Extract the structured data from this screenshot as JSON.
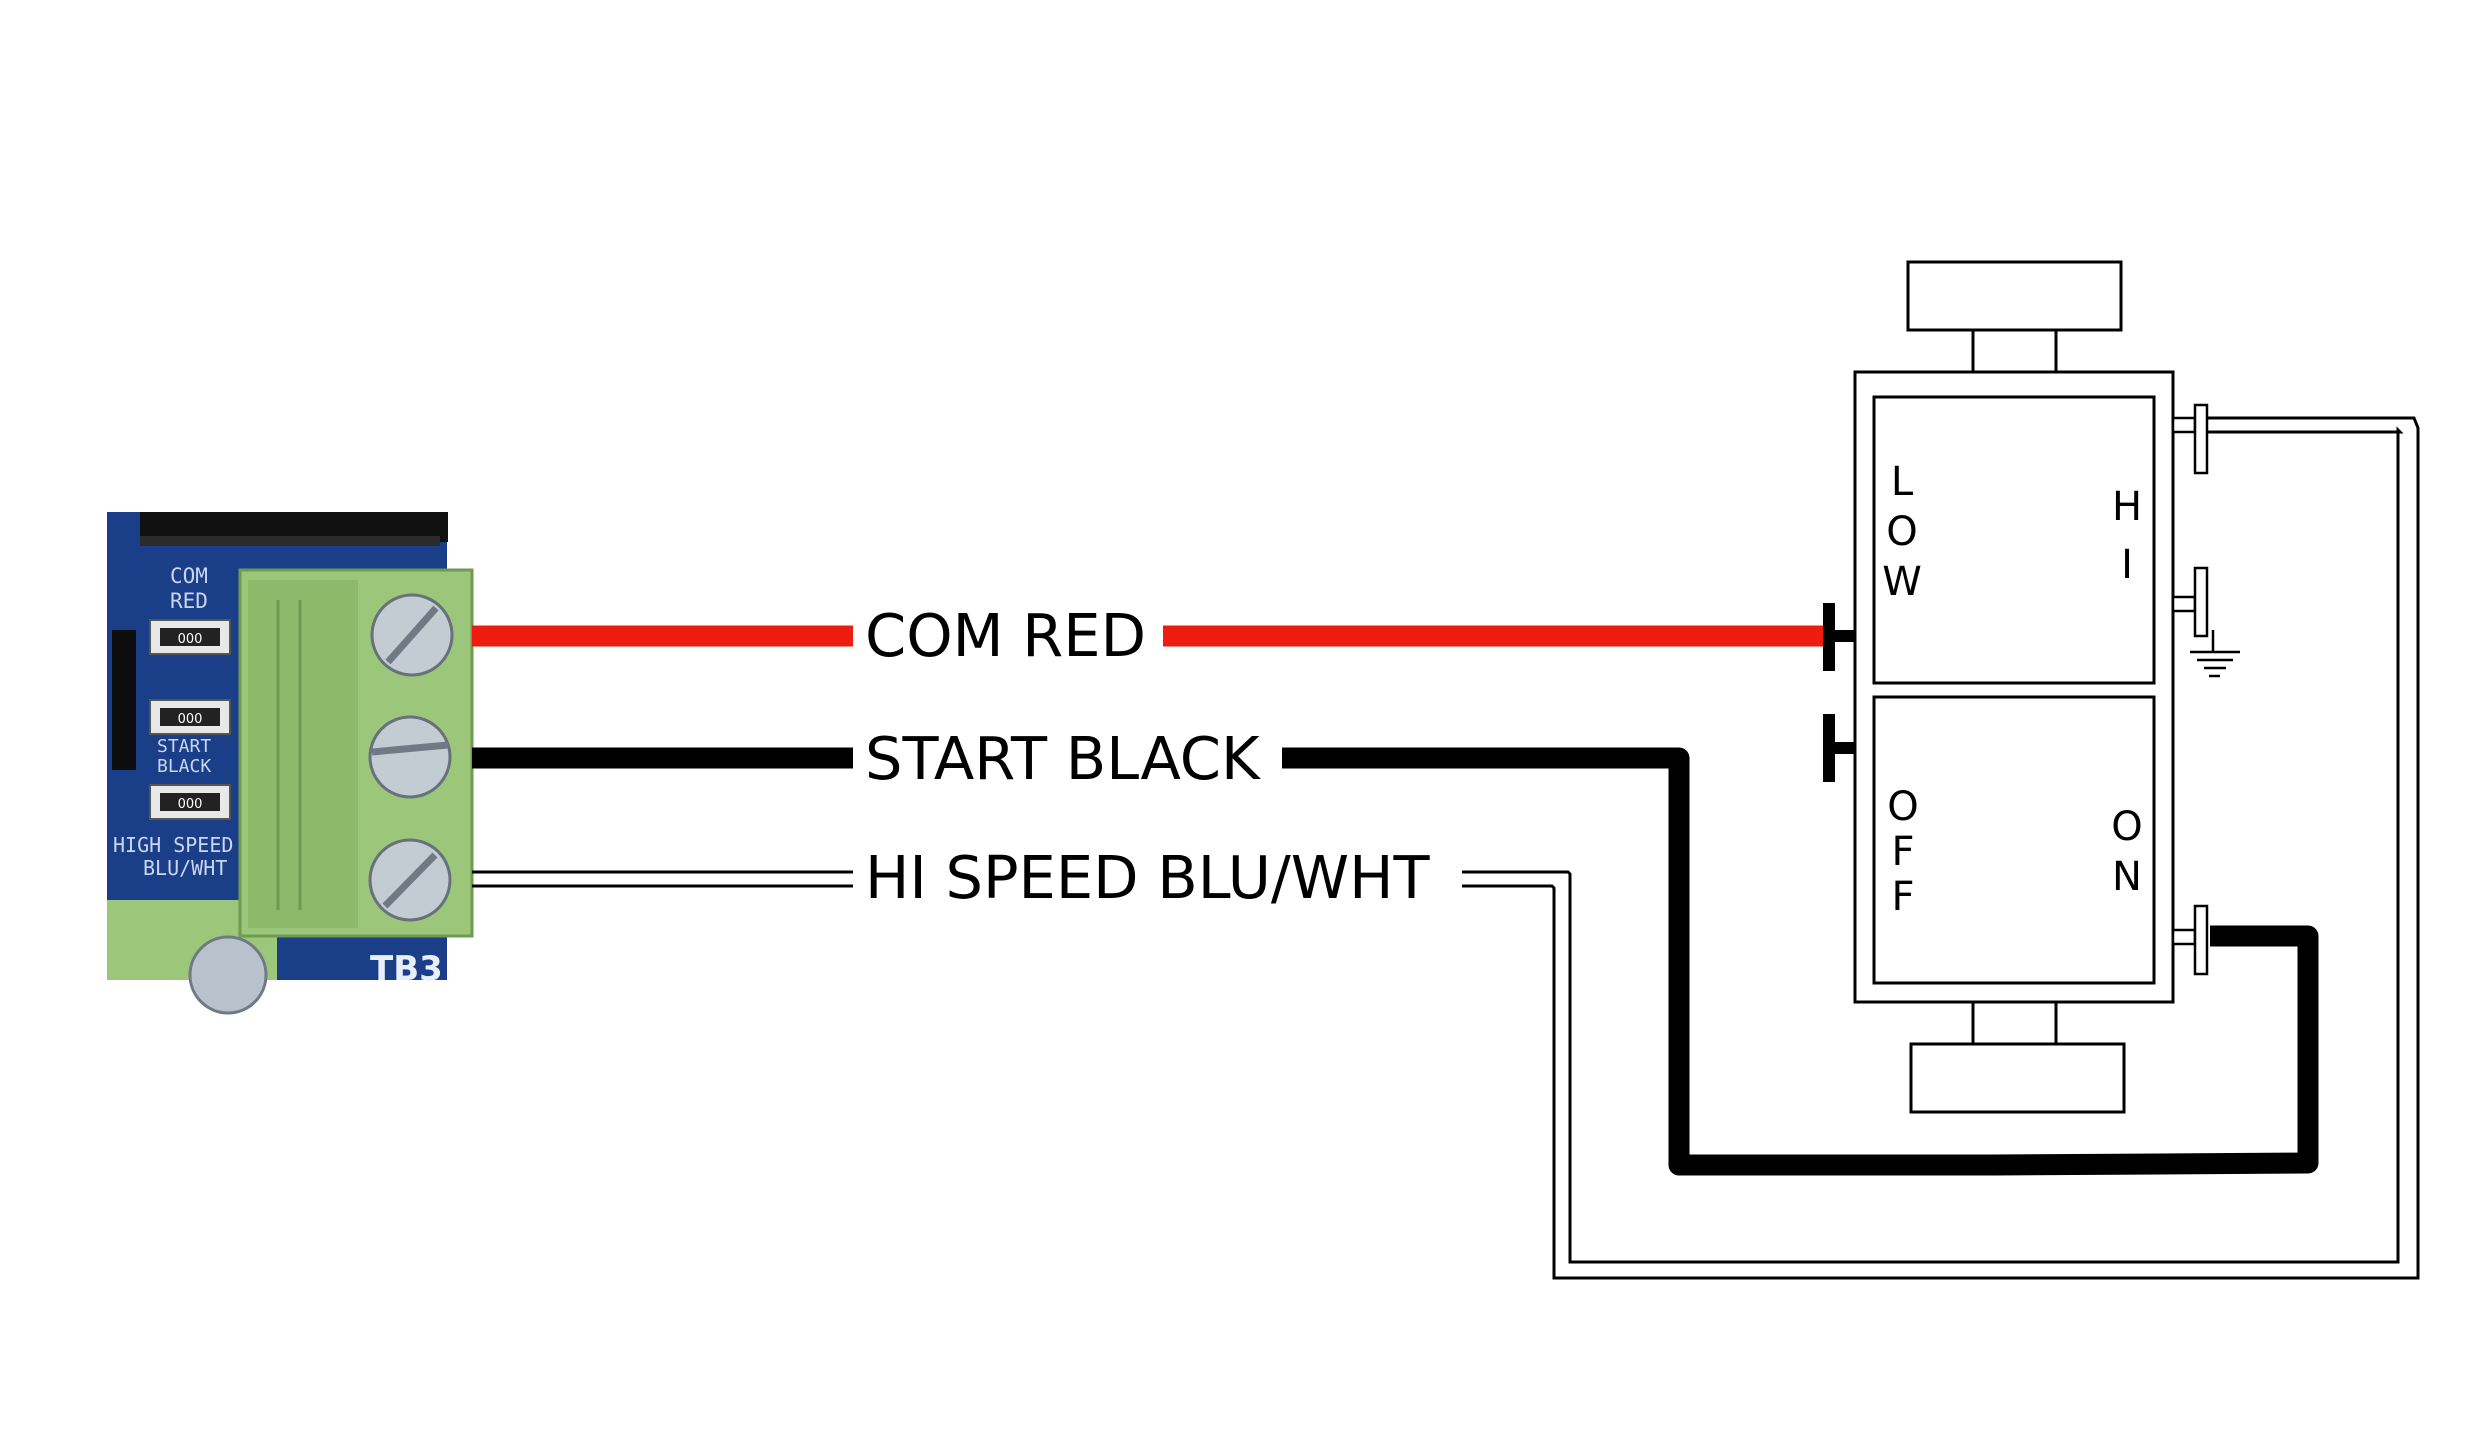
{
  "wires": {
    "com_label": "COM RED",
    "start_label": "START BLACK",
    "hi_label": "HI SPEED BLU/WHT"
  },
  "board": {
    "label_com": "COM",
    "label_red": "RED",
    "label_start": "START",
    "label_black": "BLACK",
    "label_high": "HIGH SPEED",
    "label_bluwht": "BLU/WHT",
    "label_tb": "TB3",
    "resistor_1": "000",
    "resistor_2": "000",
    "resistor_3": "000"
  },
  "switch": {
    "top_l": "L",
    "top_o": "O",
    "top_w": "W",
    "top_h": "H",
    "top_i": "I",
    "bottom_o": "O",
    "bottom_f1": "F",
    "bottom_f2": "F",
    "bottom_o2": "O",
    "bottom_n": "N"
  },
  "colors": {
    "red_wire": "#ee1c0e",
    "black_wire": "#000000",
    "board_blue": "#1a3f88",
    "terminal_green": "#9cc77a"
  }
}
